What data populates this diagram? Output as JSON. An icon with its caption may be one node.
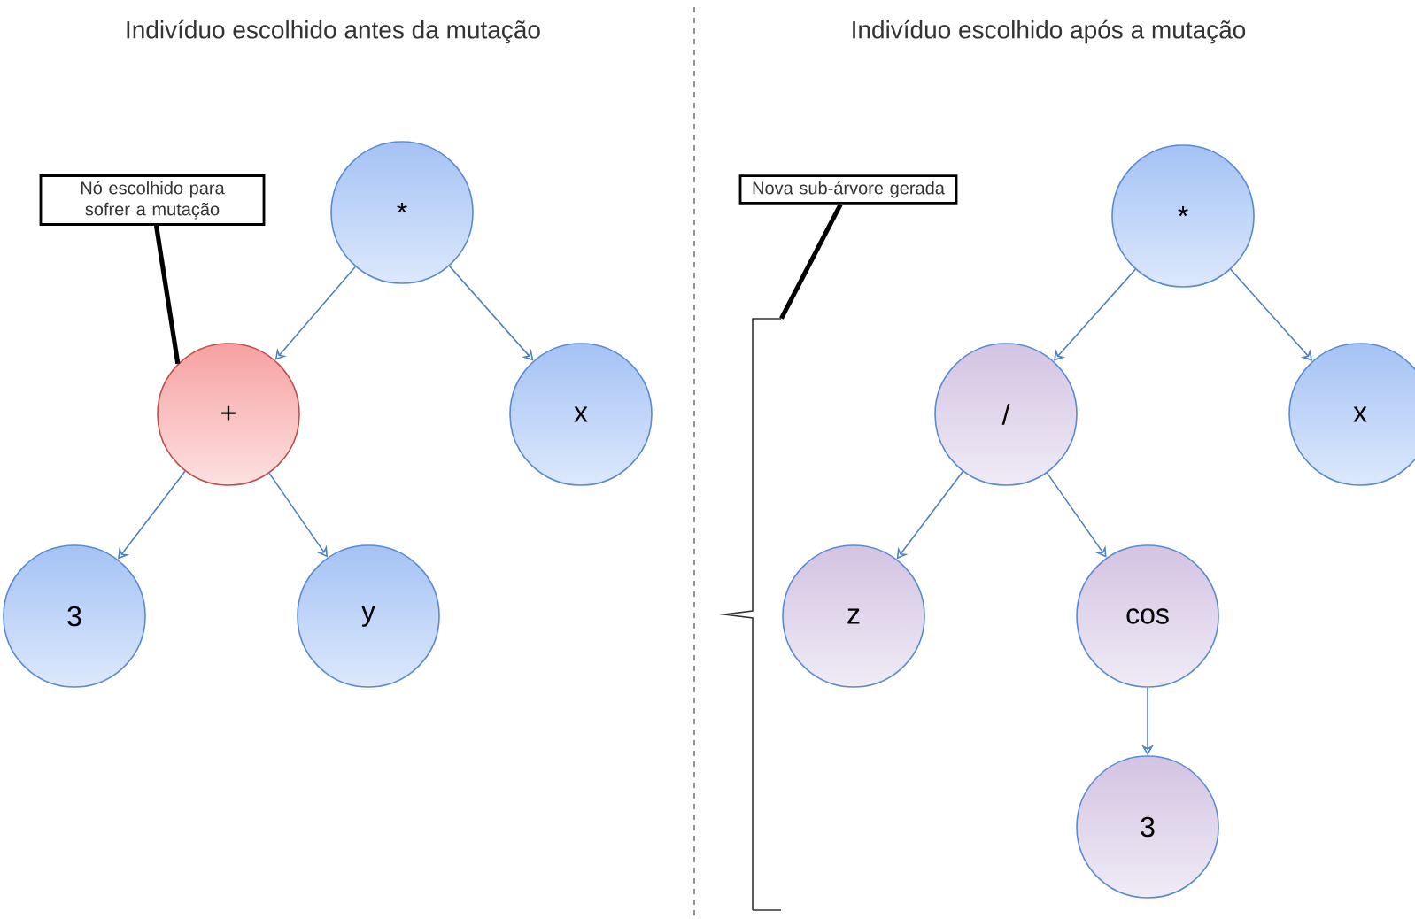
{
  "diagram": {
    "nodes": [
      {
        "text": [
          "Nó escolhido para sofrer a mutação"
        ]
      },
      {
        "text": [
          "*"
        ]
      },
      {
        "text": [
          "+"
        ]
      },
      {
        "text": [
          "x"
        ]
      },
      {
        "text": [
          "3"
        ]
      },
      {
        "text": [
          "y"
        ]
      },
      {
        "text": [
          "Nova sub-árvore gerada"
        ]
      },
      {
        "text": [],
        "shape": "bracket"
      },
      {
        "text": [
          "*"
        ]
      },
      {
        "text": [
          "/"
        ]
      },
      {
        "text": [
          "x"
        ]
      },
      {
        "text": [
          "z"
        ]
      },
      {
        "text": [
          "cos"
        ]
      },
      {
        "text": [
          "3"
        ]
      }
    ],
    "edges": [
      {
        "from": 0,
        "to": 2,
        "arrow": "none",
        "style": "thick",
        "color": "#000000"
      },
      {
        "from": 1,
        "to": 2,
        "arrow": "to"
      },
      {
        "from": 1,
        "to": 3,
        "arrow": "to"
      },
      {
        "from": 2,
        "to": 4,
        "arrow": "to"
      },
      {
        "from": 2,
        "to": 5,
        "arrow": "to"
      },
      {
        "from": 6,
        "to": 7,
        "arrow": "none",
        "style": "thick",
        "color": "#000000"
      },
      {
        "from": 8,
        "to": 9,
        "arrow": "to"
      },
      {
        "from": 8,
        "to": 10,
        "arrow": "to"
      },
      {
        "from": 9,
        "to": 11,
        "arrow": "to"
      },
      {
        "from": 9,
        "to": 12,
        "arrow": "to"
      },
      {
        "from": 12,
        "to": 13,
        "arrow": "to"
      }
    ],
    "labels": [
      "Indivíduo escolhido antes da mutação",
      "Indivíduo escolhido após a mutação"
    ]
  }
}
